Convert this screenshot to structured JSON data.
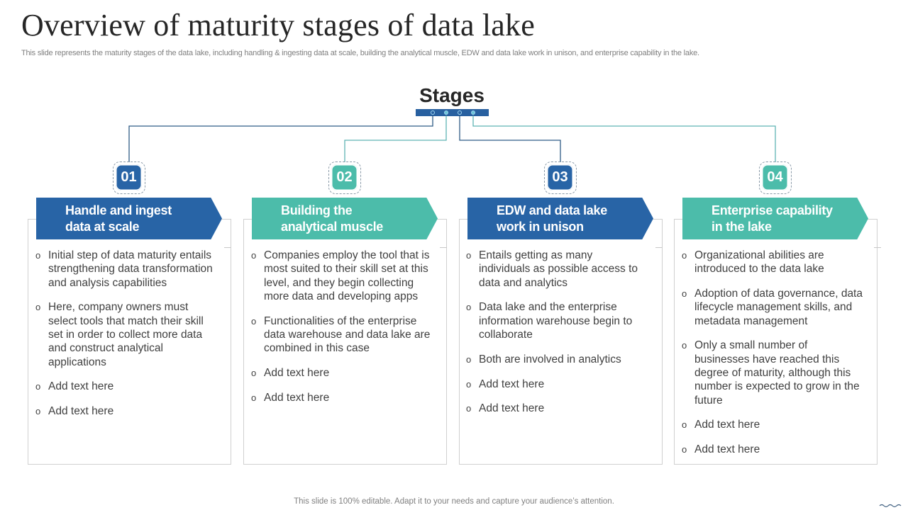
{
  "slide": {
    "title": "Overview of maturity stages of data lake",
    "subtitle": "This slide represents the maturity stages of the data lake, including handling & ingesting data at scale, building the analytical muscle, EDW and data lake work in unison, and enterprise capability in the lake.",
    "footer": "This slide is 100% editable. Adapt it to your needs and capture your audience’s attention."
  },
  "hub": {
    "heading": "Stages",
    "bar_color": "#2860a0"
  },
  "colors": {
    "blue": "#2864a6",
    "teal": "#4cbcaa",
    "connector_blue": "#2f5c86",
    "connector_teal": "#5fb3b3",
    "body_text": "#404040"
  },
  "bullet_icon": "circle-outline-bullet",
  "stages": [
    {
      "number": "01",
      "color": "blue",
      "title_line1": "Handle and ingest",
      "title_line2": "data at scale",
      "bullets": [
        "Initial step of data maturity entails strengthening data transformation and analysis capabilities",
        "Here, company owners must select tools that match their skill set in order to collect more data and construct analytical applications",
        "Add text here",
        "Add text here"
      ]
    },
    {
      "number": "02",
      "color": "teal",
      "title_line1": "Building the",
      "title_line2": "analytical muscle",
      "bullets": [
        "Companies employ the tool that is most suited to their skill set at this level, and they begin collecting more data and developing apps",
        "Functionalities of the enterprise data warehouse and data lake are combined in this case",
        "Add text here",
        "Add text here"
      ]
    },
    {
      "number": "03",
      "color": "blue",
      "title_line1": "EDW and data lake",
      "title_line2": "work in unison",
      "bullets": [
        "Entails getting as many individuals as possible access to data and analytics",
        "Data lake and the enterprise information warehouse begin to collaborate",
        "Both are involved in analytics",
        "Add text here",
        "Add text here"
      ]
    },
    {
      "number": "04",
      "color": "teal",
      "title_line1": "Enterprise capability",
      "title_line2": "in the lake",
      "bullets": [
        "Organizational abilities are introduced to the data lake",
        "Adoption of data governance, data lifecycle management skills, and metadata management",
        "Only a small number of businesses have reached this degree of maturity, although this number is expected to grow in the future",
        "Add text here",
        "Add text here"
      ]
    }
  ]
}
